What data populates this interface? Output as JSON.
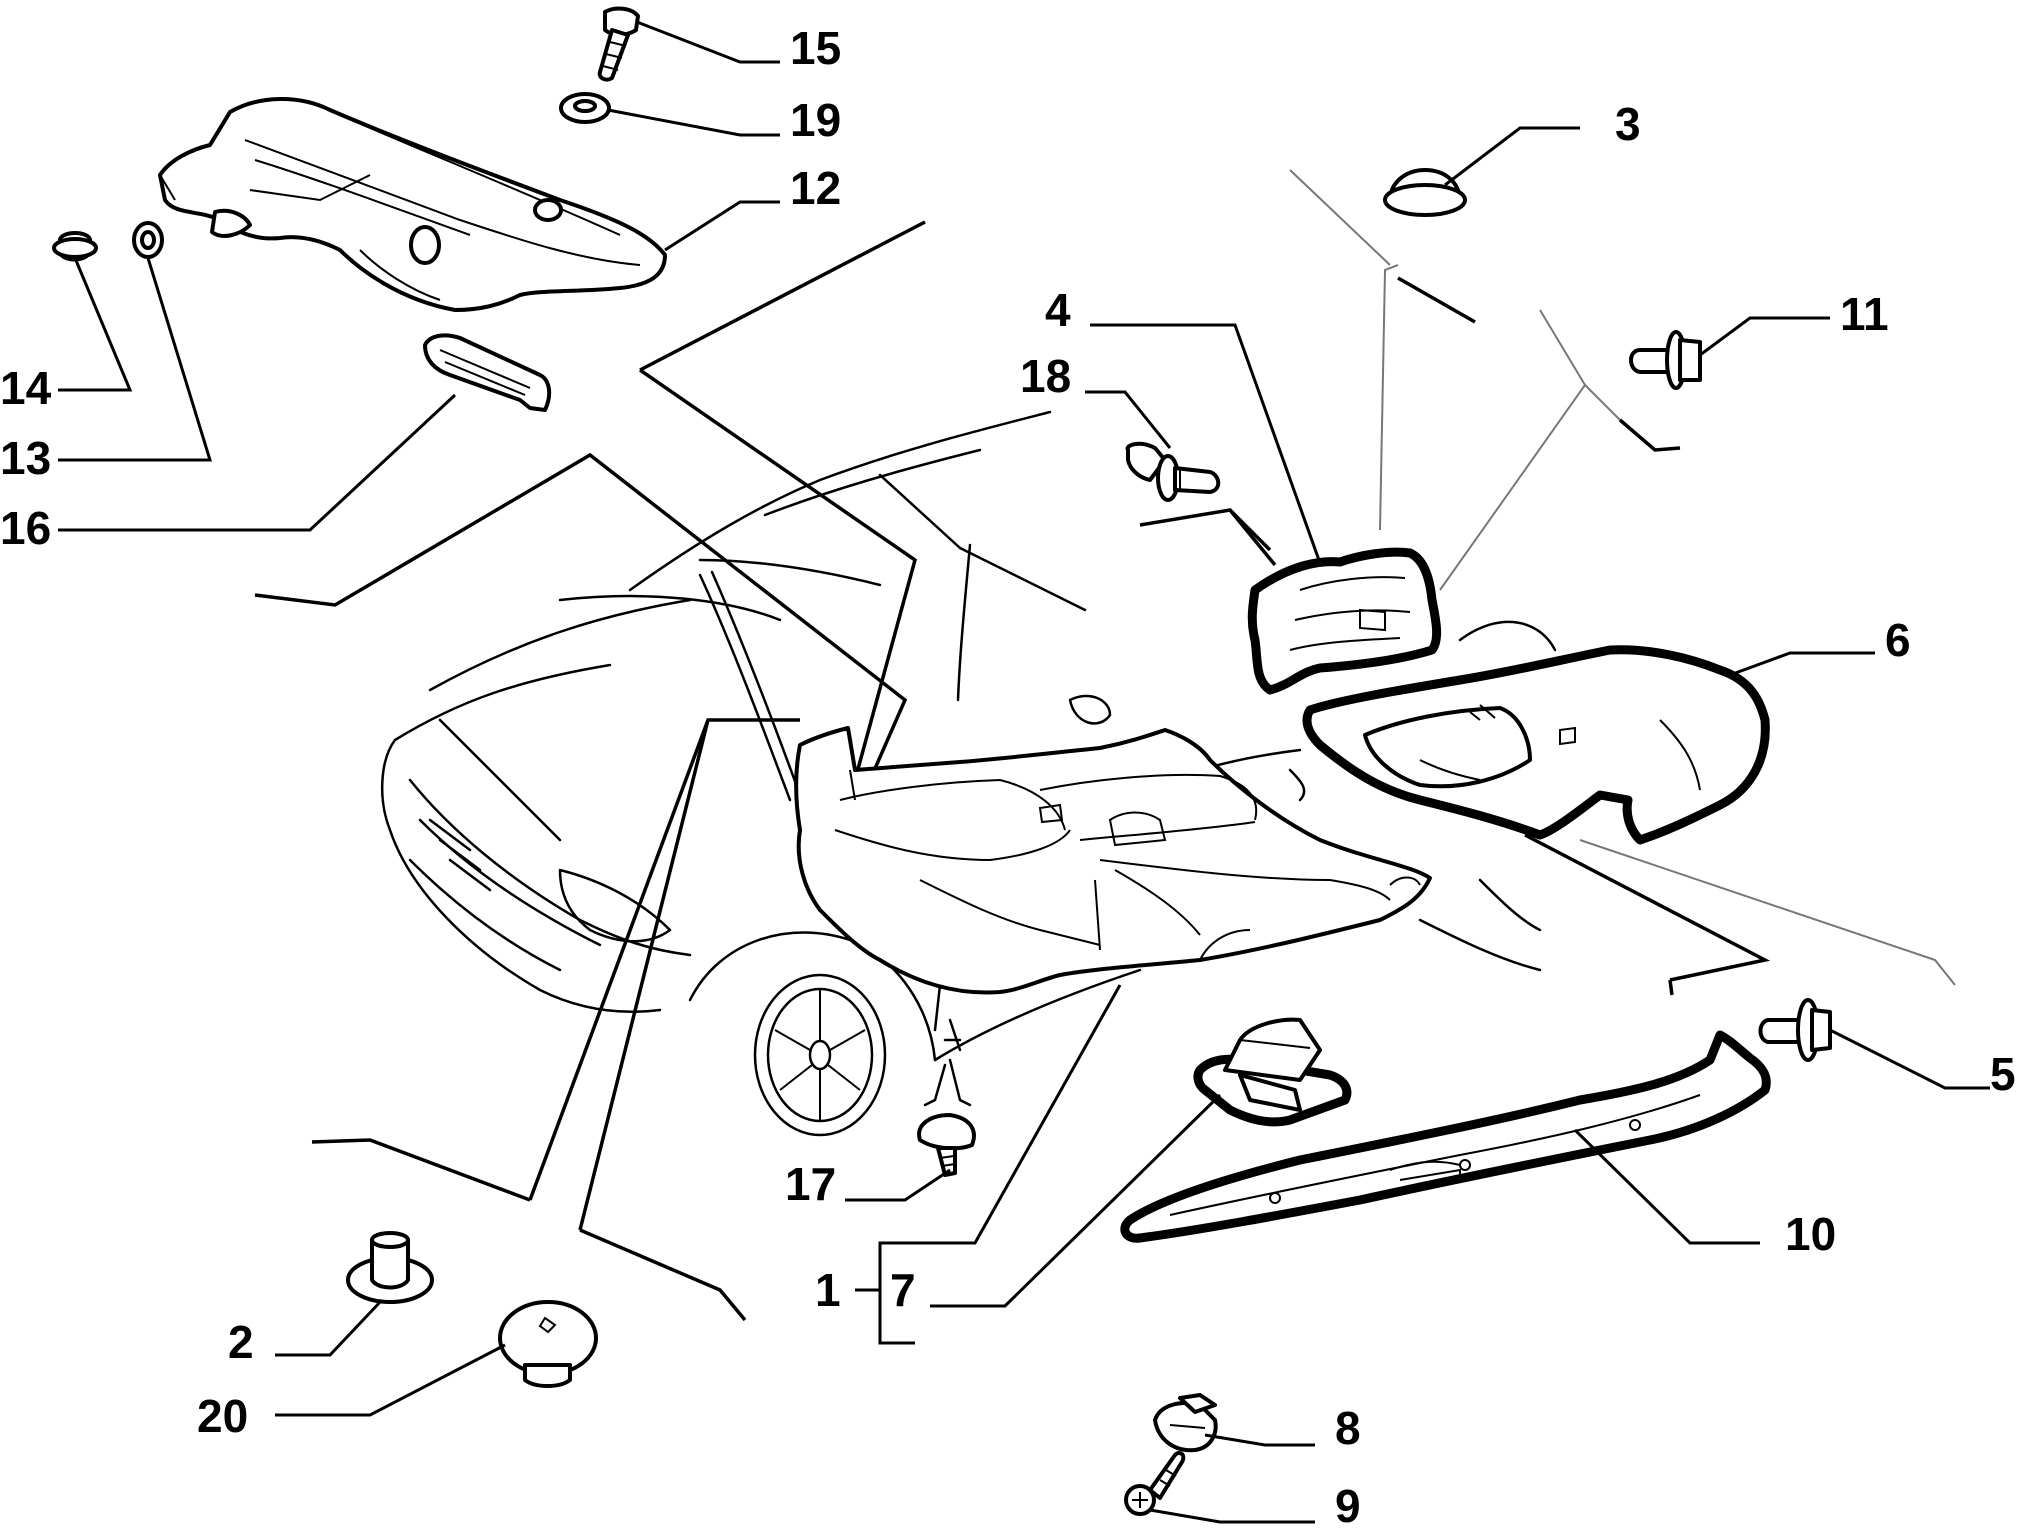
{
  "diagram": {
    "callouts": [
      {
        "id": "c15",
        "text": "15"
      },
      {
        "id": "c19",
        "text": "19"
      },
      {
        "id": "c12",
        "text": "12"
      },
      {
        "id": "c14",
        "text": "14"
      },
      {
        "id": "c13",
        "text": "13"
      },
      {
        "id": "c16",
        "text": "16"
      },
      {
        "id": "c3",
        "text": "3"
      },
      {
        "id": "c4",
        "text": "4"
      },
      {
        "id": "c11",
        "text": "11"
      },
      {
        "id": "c18",
        "text": "18"
      },
      {
        "id": "c6",
        "text": "6"
      },
      {
        "id": "c5",
        "text": "5"
      },
      {
        "id": "c17",
        "text": "17"
      },
      {
        "id": "c10",
        "text": "10"
      },
      {
        "id": "c1",
        "text": "1"
      },
      {
        "id": "c7",
        "text": "7"
      },
      {
        "id": "c2",
        "text": "2"
      },
      {
        "id": "c20",
        "text": "20"
      },
      {
        "id": "c8",
        "text": "8"
      },
      {
        "id": "c9",
        "text": "9"
      }
    ]
  }
}
